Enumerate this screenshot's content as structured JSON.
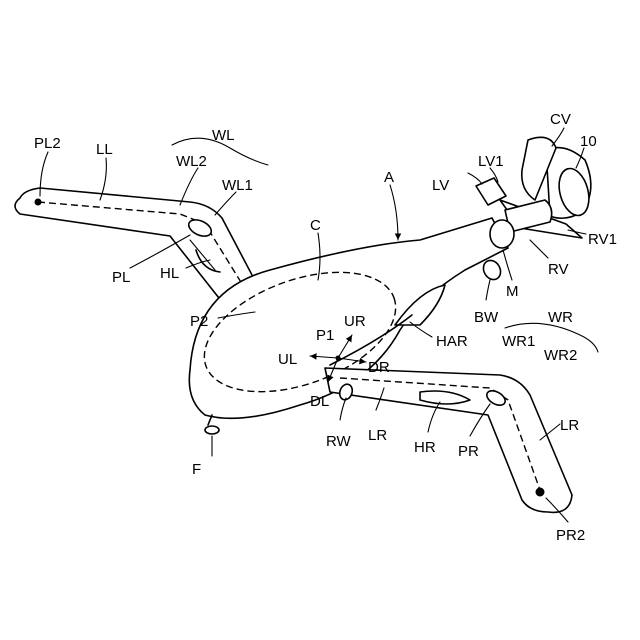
{
  "labels": {
    "PL2": "PL2",
    "LL_left": "LL",
    "WL": "WL",
    "WL2": "WL2",
    "WL1": "WL1",
    "PL": "PL",
    "HL": "HL",
    "P2": "P2",
    "C": "C",
    "A": "A",
    "LV1": "LV1",
    "LV": "LV",
    "CV": "CV",
    "ten": "10",
    "RV1": "RV1",
    "RV": "RV",
    "M": "M",
    "BW": "BW",
    "P1": "P1",
    "UR": "UR",
    "UL": "UL",
    "DR": "DR",
    "HAR": "HAR",
    "WR": "WR",
    "WR1": "WR1",
    "WR2": "WR2",
    "DL": "DL",
    "RW": "RW",
    "LR_mid": "LR",
    "LR_right": "LR",
    "HR": "HR",
    "PR": "PR",
    "F": "F",
    "PR2": "PR2"
  }
}
